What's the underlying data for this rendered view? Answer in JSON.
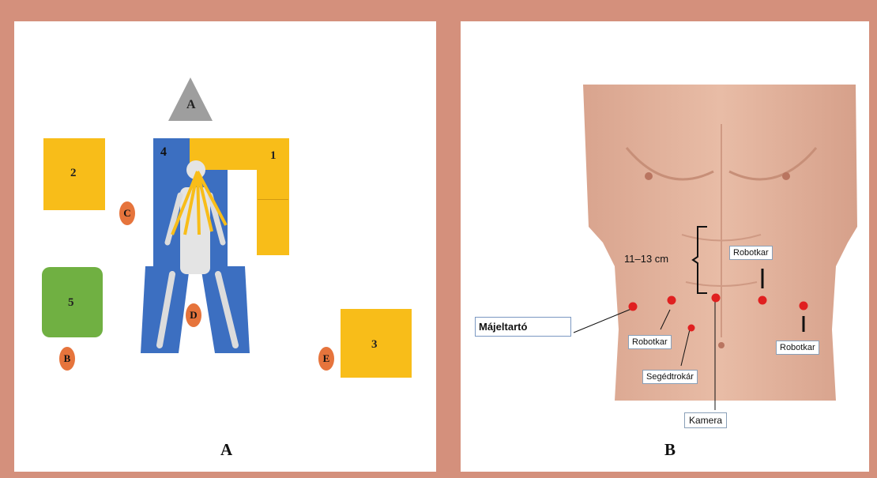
{
  "panel_a": {
    "letter": "A",
    "triangle_label": "A",
    "stations": {
      "s1": "1",
      "s2": "2",
      "s3": "3",
      "s4": "4",
      "s5": "5"
    },
    "people": {
      "b": "B",
      "c": "C",
      "d": "D",
      "e": "E"
    },
    "colors": {
      "yellow": "#f8bd19",
      "blue": "#3c6fc1",
      "green": "#70b042",
      "orange": "#e6743c",
      "gray": "#9e9e9e"
    }
  },
  "panel_b": {
    "letter": "B",
    "measurement": "11–13 cm",
    "labels": {
      "robotkar_top": "Robotkar",
      "robotkar_left": "Robotkar",
      "robotkar_right": "Robotkar",
      "majeltarto": "Májeltartó",
      "segedtrokar": "Segédtrokár",
      "kamera": "Kamera"
    },
    "port_color": "#e02020"
  }
}
